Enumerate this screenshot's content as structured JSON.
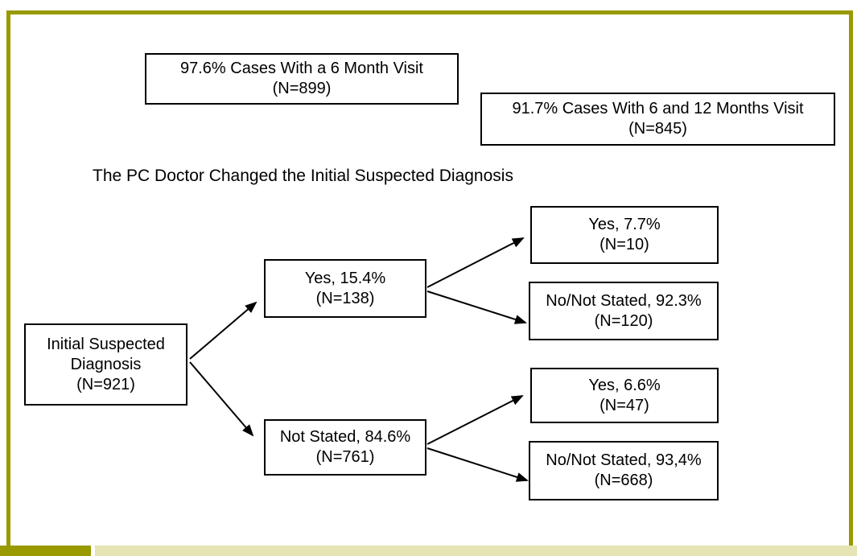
{
  "colors": {
    "frame_accent": "#999900",
    "frame_accent_light": "#E5E5B3",
    "box_border": "#000000",
    "background": "#FFFFFF"
  },
  "callouts": [
    {
      "lines": [
        "97.6% Cases With a 6 Month Visit",
        "(N=899)"
      ]
    },
    {
      "lines": [
        "91.7% Cases With 6 and 12 Months Visit",
        "(N=845)"
      ]
    }
  ],
  "title": "The PC Doctor Changed the Initial Suspected Diagnosis",
  "flowchart": {
    "root": {
      "lines": [
        "Initial Suspected",
        "Diagnosis",
        "(N=921)"
      ]
    },
    "level1": [
      {
        "lines": [
          "Yes, 15.4%",
          "(N=138)"
        ]
      },
      {
        "lines": [
          "Not Stated, 84.6%",
          "(N=761)"
        ]
      }
    ],
    "level2": [
      {
        "lines": [
          "Yes, 7.7%",
          "(N=10)"
        ]
      },
      {
        "lines": [
          "No/Not Stated, 92.3%",
          "(N=120)"
        ]
      },
      {
        "lines": [
          "Yes, 6.6%",
          "(N=47)"
        ]
      },
      {
        "lines": [
          "No/Not Stated, 93,4%",
          "(N=668)"
        ]
      }
    ]
  }
}
